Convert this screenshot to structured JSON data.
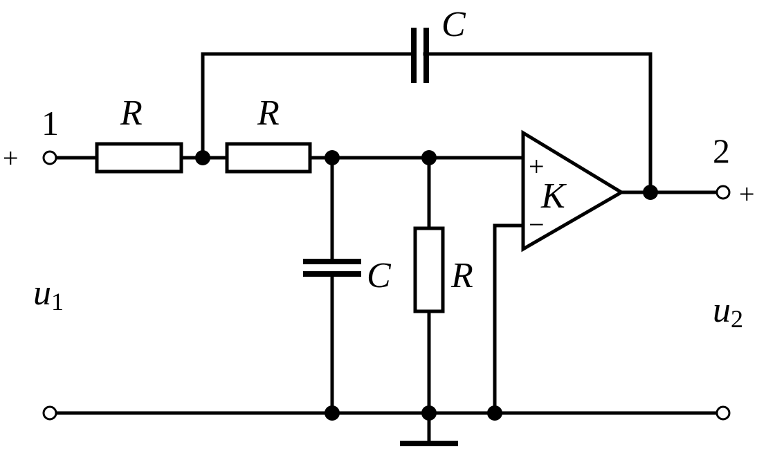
{
  "labels": {
    "resistor_series_1": "R",
    "resistor_series_2": "R",
    "resistor_shunt": "R",
    "capacitor_feedback": "C",
    "capacitor_shunt": "C",
    "amplifier_gain": "K",
    "amp_noninverting_sign": "+",
    "amp_inverting_sign": "−",
    "port_in_number": "1",
    "port_out_number": "2",
    "port_in_plus": "+",
    "port_out_plus": "+",
    "voltage_in_var": "u",
    "voltage_in_sub": "1",
    "voltage_out_var": "u",
    "voltage_out_sub": "2"
  }
}
